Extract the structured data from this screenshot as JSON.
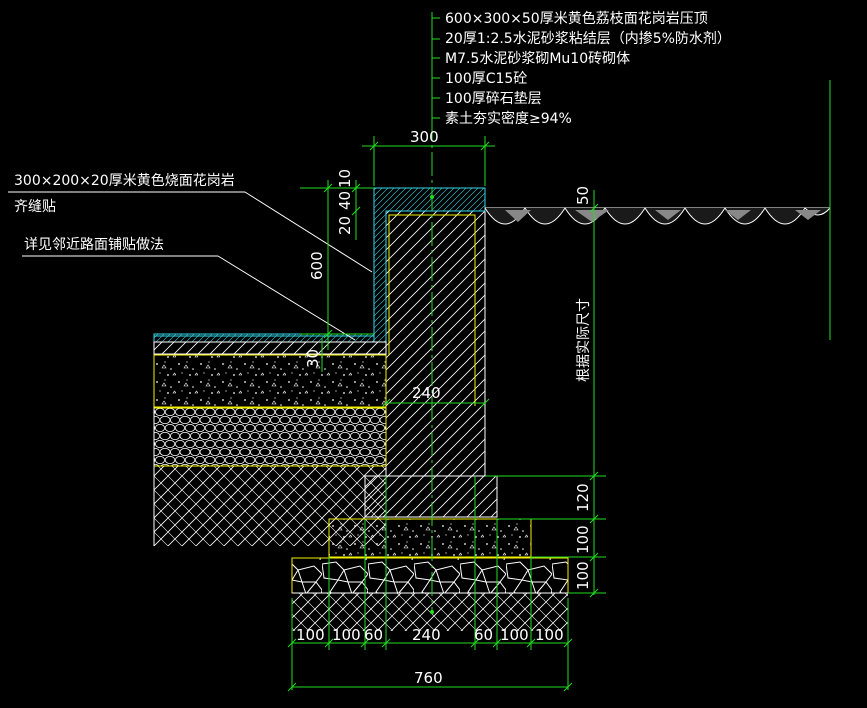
{
  "notes": {
    "top_callouts": [
      "600×300×50厚米黄色荔枝面花岗岩压顶",
      "20厚1:2.5水泥砂浆粘结层（内掺5%防水剂）",
      "M7.5水泥砂浆砌Mu10砖砌体",
      "100厚C15砼",
      "100厚碎石垫层",
      "素土夯实密度≥94%"
    ],
    "left_callout_1_line1": "300×200×20厚米黄色烧面花岗岩",
    "left_callout_1_line2": "齐缝贴",
    "left_callout_2": "详见邻近路面铺贴做法",
    "vertical_note": "根据实际尺寸"
  },
  "dimensions": {
    "top_width": "300",
    "vert_600": "600",
    "vert_20": "20",
    "vert_40": "40",
    "vert_10": "10",
    "vert_50": "50",
    "vert_30": "30",
    "wall_240": "240",
    "r_120": "120",
    "r_100a": "100",
    "r_100b": "100",
    "bottom_segments": [
      "100",
      "100",
      "60",
      "240",
      "60",
      "100",
      "100"
    ],
    "total": "760"
  },
  "colors": {
    "background": "#000000",
    "dimension_lines": "#22dd22",
    "outlines": "#ffffff",
    "concrete_edges": "#f2f200",
    "finish_layer": "#33d6e6"
  }
}
